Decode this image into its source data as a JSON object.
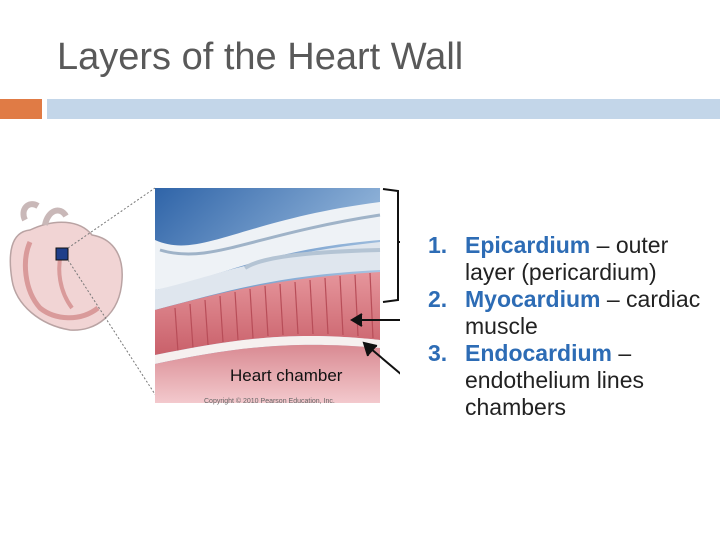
{
  "slide": {
    "title": "Layers of the Heart Wall"
  },
  "figure": {
    "chamber_label": "Heart chamber",
    "copyright": "Copyright © 2010 Pearson Education, Inc."
  },
  "layers": [
    {
      "number": "1.",
      "term": "Epicardium",
      "description": " – outer layer (pericardium)"
    },
    {
      "number": "2.",
      "term": "Myocardium",
      "description": " – cardiac muscle"
    },
    {
      "number": "3.",
      "term": "Endocardium",
      "description": " – endothelium lines chambers"
    }
  ],
  "colors": {
    "accent_orange": "#e07b45",
    "accent_blue_band": "#c3d6e9",
    "term_blue": "#2d6cb5",
    "title_gray": "#595959"
  }
}
